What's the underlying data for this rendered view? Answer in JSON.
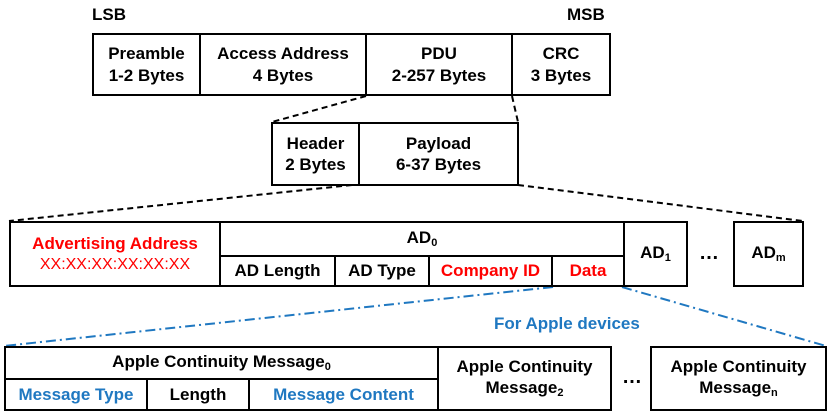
{
  "row1": {
    "lsb": "LSB",
    "msb": "MSB",
    "preamble": {
      "name": "Preamble",
      "size": "1-2 Bytes"
    },
    "access_address": {
      "name": "Access Address",
      "size": "4 Bytes"
    },
    "pdu": {
      "name": "PDU",
      "size": "2-257 Bytes"
    },
    "crc": {
      "name": "CRC",
      "size": "3 Bytes"
    }
  },
  "row2": {
    "header": {
      "name": "Header",
      "size": "2 Bytes"
    },
    "payload": {
      "name": "Payload",
      "size": "6-37 Bytes"
    }
  },
  "row3": {
    "adv_address": {
      "name": "Advertising Address",
      "value": "XX:XX:XX:XX:XX:XX"
    },
    "ad0": {
      "base": "AD",
      "sub": "0"
    },
    "ad_length": "AD Length",
    "ad_type": "AD Type",
    "company_id": "Company ID",
    "data": "Data",
    "ad1": {
      "base": "AD",
      "sub": "1"
    },
    "ellipsis": "…",
    "adm": {
      "base": "AD",
      "sub": "m"
    }
  },
  "for_apple": "For Apple devices",
  "row4": {
    "acm0": {
      "base": "Apple Continuity Message",
      "sub": "0"
    },
    "message_type": "Message Type",
    "length": "Length",
    "message_content": "Message Content",
    "acm2": {
      "line1": "Apple Continuity",
      "base": "Message",
      "sub": "2"
    },
    "ellipsis": "…",
    "acmn": {
      "line1": "Apple Continuity",
      "base": "Message",
      "sub": "n"
    }
  },
  "colors": {
    "highlight_red": "#ff0000",
    "highlight_blue": "#1f78c1"
  }
}
